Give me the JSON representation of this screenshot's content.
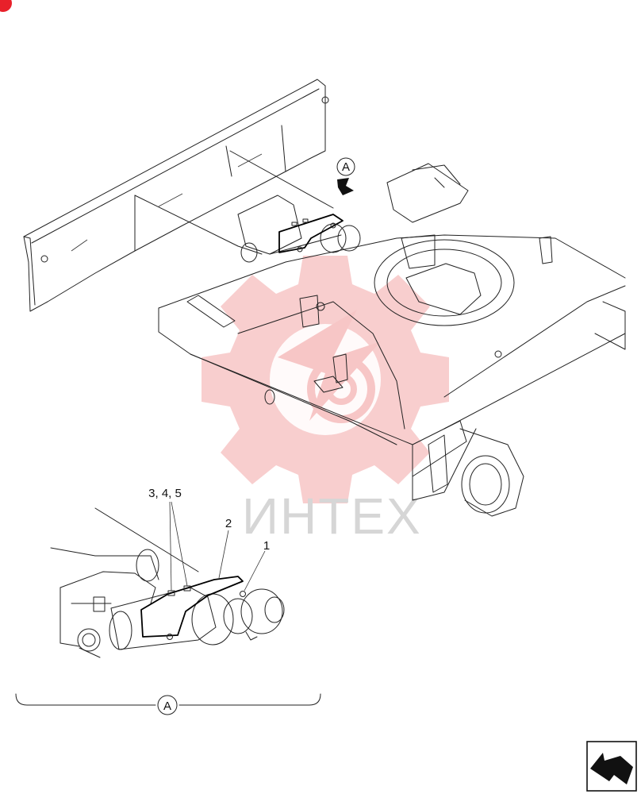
{
  "watermark": {
    "text": "ИНТЕХ",
    "gear_color": "#f7c6c6"
  },
  "view_marker": "A",
  "callouts": {
    "c345": "3, 4, 5",
    "c2": "2",
    "c1": "1"
  },
  "detail_label": "A",
  "colors": {
    "line": "#222222",
    "accent": "#e8202a"
  },
  "icons": {
    "corner": "red-dot-icon",
    "nav": "return-arrow-icon"
  }
}
